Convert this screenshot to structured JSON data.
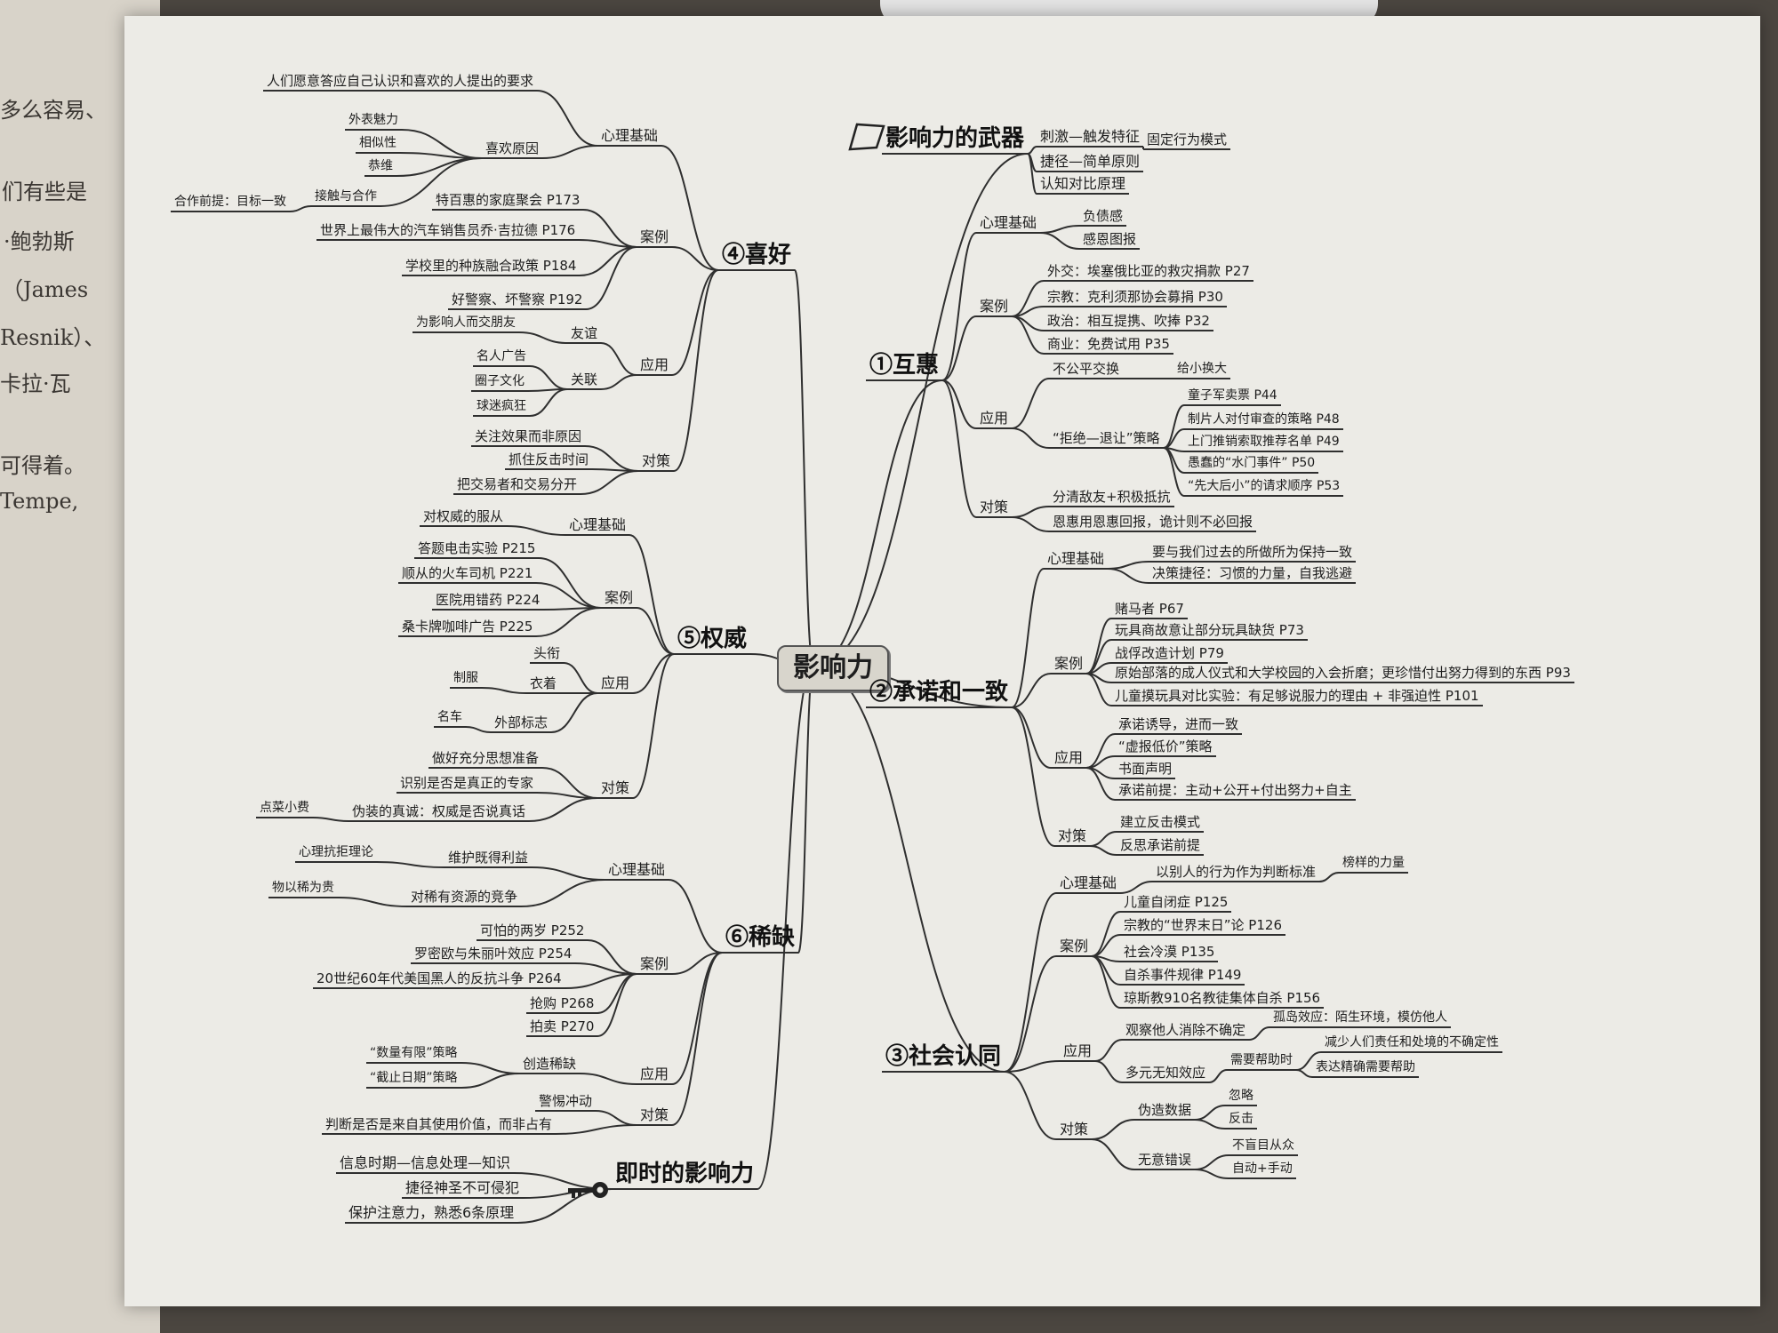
{
  "left_page": {
    "lines": [
      "多么容易、",
      "们有些是",
      "·鲍勃斯",
      "（James",
      "Resnik）、",
      "卡拉·瓦",
      "可得着。",
      "Tempe,"
    ]
  },
  "mindmap": {
    "root": "影响力",
    "nodes": [
      {
        "id": "weapon",
        "depth": 1,
        "label": "影响力的武器"
      },
      {
        "id": "w1",
        "parent": "weapon",
        "depth": 2,
        "label": "刺激—触发特征"
      },
      {
        "id": "w1a",
        "parent": "w1",
        "depth": 3,
        "label": "固定行为模式"
      },
      {
        "id": "w2",
        "parent": "weapon",
        "depth": 2,
        "label": "捷径—简单原则"
      },
      {
        "id": "w3",
        "parent": "weapon",
        "depth": 2,
        "label": "认知对比原理"
      },
      {
        "id": "hx",
        "depth": 1,
        "label": "①互惠"
      },
      {
        "id": "hx_xl",
        "parent": "hx",
        "depth": 2,
        "label": "心理基础"
      },
      {
        "id": "hx_xl1",
        "parent": "hx_xl",
        "depth": 3,
        "label": "负债感"
      },
      {
        "id": "hx_xl2",
        "parent": "hx_xl",
        "depth": 3,
        "label": "感恩图报"
      },
      {
        "id": "hx_al",
        "parent": "hx",
        "depth": 2,
        "label": "案例"
      },
      {
        "id": "hx_al1",
        "parent": "hx_al",
        "depth": 3,
        "label": "外交：埃塞俄比亚的救灾捐款 P27"
      },
      {
        "id": "hx_al2",
        "parent": "hx_al",
        "depth": 3,
        "label": "宗教：克利须那协会募捐 P30"
      },
      {
        "id": "hx_al3",
        "parent": "hx_al",
        "depth": 3,
        "label": "政治：相互提携、吹捧 P32"
      },
      {
        "id": "hx_al4",
        "parent": "hx_al",
        "depth": 3,
        "label": "商业：免费试用 P35"
      },
      {
        "id": "hx_yy",
        "parent": "hx",
        "depth": 2,
        "label": "应用"
      },
      {
        "id": "hx_yy1",
        "parent": "hx_yy",
        "depth": 3,
        "label": "不公平交换"
      },
      {
        "id": "hx_yy1a",
        "parent": "hx_yy1",
        "depth": 4,
        "label": "给小换大"
      },
      {
        "id": "hx_yy2",
        "parent": "hx_yy",
        "depth": 3,
        "label": "“拒绝—退让”策略"
      },
      {
        "id": "hx_yy2a",
        "parent": "hx_yy2",
        "depth": 4,
        "label": "童子军卖票 P44"
      },
      {
        "id": "hx_yy2b",
        "parent": "hx_yy2",
        "depth": 4,
        "label": "制片人对付审查的策略 P48"
      },
      {
        "id": "hx_yy2c",
        "parent": "hx_yy2",
        "depth": 4,
        "label": "上门推销索取推荐名单 P49"
      },
      {
        "id": "hx_yy2d",
        "parent": "hx_yy2",
        "depth": 4,
        "label": "愚蠢的“水门事件” P50"
      },
      {
        "id": "hx_yy2e",
        "parent": "hx_yy2",
        "depth": 4,
        "label": "“先大后小”的请求顺序 P53"
      },
      {
        "id": "hx_dc",
        "parent": "hx",
        "depth": 2,
        "label": "对策"
      },
      {
        "id": "hx_dc1",
        "parent": "hx_dc",
        "depth": 3,
        "label": "分清敌友+积极抵抗"
      },
      {
        "id": "hx_dc2",
        "parent": "hx_dc",
        "depth": 3,
        "label": "恩惠用恩惠回报，诡计则不必回报"
      },
      {
        "id": "cn",
        "depth": 1,
        "label": "②承诺和一致"
      },
      {
        "id": "cn_xl",
        "parent": "cn",
        "depth": 2,
        "label": "心理基础"
      },
      {
        "id": "cn_xl1",
        "parent": "cn_xl",
        "depth": 3,
        "label": "要与我们过去的所做所为保持一致"
      },
      {
        "id": "cn_xl2",
        "parent": "cn_xl",
        "depth": 3,
        "label": "决策捷径：习惯的力量，自我逃避"
      },
      {
        "id": "cn_al",
        "parent": "cn",
        "depth": 2,
        "label": "案例"
      },
      {
        "id": "cn_al1",
        "parent": "cn_al",
        "depth": 3,
        "label": "赌马者 P67"
      },
      {
        "id": "cn_al2",
        "parent": "cn_al",
        "depth": 3,
        "label": "玩具商故意让部分玩具缺货 P73"
      },
      {
        "id": "cn_al3",
        "parent": "cn_al",
        "depth": 3,
        "label": "战俘改造计划 P79"
      },
      {
        "id": "cn_al4",
        "parent": "cn_al",
        "depth": 3,
        "label": "原始部落的成人仪式和大学校园的入会折磨；更珍惜付出努力得到的东西 P93"
      },
      {
        "id": "cn_al5",
        "parent": "cn_al",
        "depth": 3,
        "label": "儿童摸玩具对比实验：有足够说服力的理由 + 非强迫性 P101"
      },
      {
        "id": "cn_yy",
        "parent": "cn",
        "depth": 2,
        "label": "应用"
      },
      {
        "id": "cn_yy1",
        "parent": "cn_yy",
        "depth": 3,
        "label": "承诺诱导，进而一致"
      },
      {
        "id": "cn_yy2",
        "parent": "cn_yy",
        "depth": 3,
        "label": "“虚报低价”策略"
      },
      {
        "id": "cn_yy3",
        "parent": "cn_yy",
        "depth": 3,
        "label": "书面声明"
      },
      {
        "id": "cn_yy4",
        "parent": "cn_yy",
        "depth": 3,
        "label": "承诺前提：主动+公开+付出努力+自主"
      },
      {
        "id": "cn_dc",
        "parent": "cn",
        "depth": 2,
        "label": "对策"
      },
      {
        "id": "cn_dc1",
        "parent": "cn_dc",
        "depth": 3,
        "label": "建立反击模式"
      },
      {
        "id": "cn_dc2",
        "parent": "cn_dc",
        "depth": 3,
        "label": "反思承诺前提"
      },
      {
        "id": "sh",
        "depth": 1,
        "label": "③社会认同"
      },
      {
        "id": "sh_xl",
        "parent": "sh",
        "depth": 2,
        "label": "心理基础"
      },
      {
        "id": "sh_xl1",
        "parent": "sh_xl",
        "depth": 3,
        "label": "以别人的行为作为判断标准"
      },
      {
        "id": "sh_xl1a",
        "parent": "sh_xl1",
        "depth": 4,
        "label": "榜样的力量"
      },
      {
        "id": "sh_al",
        "parent": "sh",
        "depth": 2,
        "label": "案例"
      },
      {
        "id": "sh_al1",
        "parent": "sh_al",
        "depth": 3,
        "label": "儿童自闭症 P125"
      },
      {
        "id": "sh_al2",
        "parent": "sh_al",
        "depth": 3,
        "label": "宗教的“世界末日”论 P126"
      },
      {
        "id": "sh_al3",
        "parent": "sh_al",
        "depth": 3,
        "label": "社会冷漠 P135"
      },
      {
        "id": "sh_al4",
        "parent": "sh_al",
        "depth": 3,
        "label": "自杀事件规律 P149"
      },
      {
        "id": "sh_al5",
        "parent": "sh_al",
        "depth": 3,
        "label": "琼斯教910名教徒集体自杀 P156"
      },
      {
        "id": "sh_yy",
        "parent": "sh",
        "depth": 2,
        "label": "应用"
      },
      {
        "id": "sh_yy1",
        "parent": "sh_yy",
        "depth": 3,
        "label": "观察他人消除不确定"
      },
      {
        "id": "sh_yy1a",
        "parent": "sh_yy1",
        "depth": 4,
        "label": "孤岛效应：陌生环境，模仿他人"
      },
      {
        "id": "sh_yy2",
        "parent": "sh_yy",
        "depth": 3,
        "label": "多元无知效应"
      },
      {
        "id": "sh_yy2a",
        "parent": "sh_yy2",
        "depth": 4,
        "label": "需要帮助时"
      },
      {
        "id": "sh_yy2a1",
        "parent": "sh_yy2a",
        "depth": 4,
        "label": "减少人们责任和处境的不确定性"
      },
      {
        "id": "sh_yy2a2",
        "parent": "sh_yy2a",
        "depth": 4,
        "label": "表达精确需要帮助"
      },
      {
        "id": "sh_dc",
        "parent": "sh",
        "depth": 2,
        "label": "对策"
      },
      {
        "id": "sh_dc1",
        "parent": "sh_dc",
        "depth": 3,
        "label": "伪造数据"
      },
      {
        "id": "sh_dc1a",
        "parent": "sh_dc1",
        "depth": 4,
        "label": "忽略"
      },
      {
        "id": "sh_dc1b",
        "parent": "sh_dc1",
        "depth": 4,
        "label": "反击"
      },
      {
        "id": "sh_dc2",
        "parent": "sh_dc",
        "depth": 3,
        "label": "无意错误"
      },
      {
        "id": "sh_dc2a",
        "parent": "sh_dc2",
        "depth": 4,
        "label": "不盲目从众"
      },
      {
        "id": "sh_dc2b",
        "parent": "sh_dc2",
        "depth": 4,
        "label": "自动+手动"
      },
      {
        "id": "xh",
        "depth": 1,
        "label": "④喜好"
      },
      {
        "id": "xh_xl",
        "parent": "xh",
        "depth": 2,
        "label": "心理基础"
      },
      {
        "id": "xh_xl1",
        "parent": "xh_xl",
        "depth": 3,
        "label": "人们愿意答应自己认识和喜欢的人提出的要求"
      },
      {
        "id": "xh_xl2",
        "parent": "xh_xl",
        "depth": 3,
        "label": "喜欢原因"
      },
      {
        "id": "xh_xl2a",
        "parent": "xh_xl2",
        "depth": 4,
        "label": "外表魅力"
      },
      {
        "id": "xh_xl2b",
        "parent": "xh_xl2",
        "depth": 4,
        "label": "相似性"
      },
      {
        "id": "xh_xl2c",
        "parent": "xh_xl2",
        "depth": 4,
        "label": "恭维"
      },
      {
        "id": "xh_xl2d",
        "parent": "xh_xl2",
        "depth": 4,
        "label": "接触与合作"
      },
      {
        "id": "xh_xl2d1",
        "parent": "xh_xl2d",
        "depth": 4,
        "label": "合作前提：目标一致"
      },
      {
        "id": "xh_al",
        "parent": "xh",
        "depth": 2,
        "label": "案例"
      },
      {
        "id": "xh_al1",
        "parent": "xh_al",
        "depth": 3,
        "label": "特百惠的家庭聚会 P173"
      },
      {
        "id": "xh_al2",
        "parent": "xh_al",
        "depth": 3,
        "label": "世界上最伟大的汽车销售员乔·吉拉德 P176"
      },
      {
        "id": "xh_al3",
        "parent": "xh_al",
        "depth": 3,
        "label": "学校里的种族融合政策 P184"
      },
      {
        "id": "xh_al4",
        "parent": "xh_al",
        "depth": 3,
        "label": "好警察、坏警察 P192"
      },
      {
        "id": "xh_yy",
        "parent": "xh",
        "depth": 2,
        "label": "应用"
      },
      {
        "id": "xh_yy1",
        "parent": "xh_yy",
        "depth": 3,
        "label": "友谊"
      },
      {
        "id": "xh_yy1a",
        "parent": "xh_yy1",
        "depth": 4,
        "label": "为影响人而交朋友"
      },
      {
        "id": "xh_yy2",
        "parent": "xh_yy",
        "depth": 3,
        "label": "关联"
      },
      {
        "id": "xh_yy2a",
        "parent": "xh_yy2",
        "depth": 4,
        "label": "名人广告"
      },
      {
        "id": "xh_yy2b",
        "parent": "xh_yy2",
        "depth": 4,
        "label": "圈子文化"
      },
      {
        "id": "xh_yy2c",
        "parent": "xh_yy2",
        "depth": 4,
        "label": "球迷疯狂"
      },
      {
        "id": "xh_dc",
        "parent": "xh",
        "depth": 2,
        "label": "对策"
      },
      {
        "id": "xh_dc1",
        "parent": "xh_dc",
        "depth": 3,
        "label": "关注效果而非原因"
      },
      {
        "id": "xh_dc2",
        "parent": "xh_dc",
        "depth": 3,
        "label": "抓住反击时间"
      },
      {
        "id": "xh_dc3",
        "parent": "xh_dc",
        "depth": 3,
        "label": "把交易者和交易分开"
      },
      {
        "id": "qw",
        "depth": 1,
        "label": "⑤权威"
      },
      {
        "id": "qw_xl",
        "parent": "qw",
        "depth": 2,
        "label": "心理基础"
      },
      {
        "id": "qw_xl1",
        "parent": "qw_xl",
        "depth": 3,
        "label": "对权威的服从"
      },
      {
        "id": "qw_al",
        "parent": "qw",
        "depth": 2,
        "label": "案例"
      },
      {
        "id": "qw_al1",
        "parent": "qw_al",
        "depth": 3,
        "label": "答题电击实验 P215"
      },
      {
        "id": "qw_al2",
        "parent": "qw_al",
        "depth": 3,
        "label": "顺从的火车司机 P221"
      },
      {
        "id": "qw_al3",
        "parent": "qw_al",
        "depth": 3,
        "label": "医院用错药 P224"
      },
      {
        "id": "qw_al4",
        "parent": "qw_al",
        "depth": 3,
        "label": "桑卡牌咖啡广告 P225"
      },
      {
        "id": "qw_yy",
        "parent": "qw",
        "depth": 2,
        "label": "应用"
      },
      {
        "id": "qw_yy1",
        "parent": "qw_yy",
        "depth": 3,
        "label": "头衔"
      },
      {
        "id": "qw_yy2",
        "parent": "qw_yy",
        "depth": 3,
        "label": "衣着"
      },
      {
        "id": "qw_yy2a",
        "parent": "qw_yy2",
        "depth": 4,
        "label": "制服"
      },
      {
        "id": "qw_yy3",
        "parent": "qw_yy",
        "depth": 3,
        "label": "外部标志"
      },
      {
        "id": "qw_yy3a",
        "parent": "qw_yy3",
        "depth": 4,
        "label": "名车"
      },
      {
        "id": "qw_dc",
        "parent": "qw",
        "depth": 2,
        "label": "对策"
      },
      {
        "id": "qw_dc1",
        "parent": "qw_dc",
        "depth": 3,
        "label": "做好充分思想准备"
      },
      {
        "id": "qw_dc2",
        "parent": "qw_dc",
        "depth": 3,
        "label": "识别是否是真正的专家"
      },
      {
        "id": "qw_dc3",
        "parent": "qw_dc",
        "depth": 3,
        "label": "伪装的真诚：权威是否说真话"
      },
      {
        "id": "qw_dc3a",
        "parent": "qw_dc3",
        "depth": 4,
        "label": "点菜小费"
      },
      {
        "id": "xq",
        "depth": 1,
        "label": "⑥稀缺"
      },
      {
        "id": "xq_xl",
        "parent": "xq",
        "depth": 2,
        "label": "心理基础"
      },
      {
        "id": "xq_xl1",
        "parent": "xq_xl",
        "depth": 3,
        "label": "维护既得利益"
      },
      {
        "id": "xq_xl1a",
        "parent": "xq_xl1",
        "depth": 4,
        "label": "心理抗拒理论"
      },
      {
        "id": "xq_xl2",
        "parent": "xq_xl",
        "depth": 3,
        "label": "对稀有资源的竞争"
      },
      {
        "id": "xq_xl2a",
        "parent": "xq_xl2",
        "depth": 4,
        "label": "物以稀为贵"
      },
      {
        "id": "xq_al",
        "parent": "xq",
        "depth": 2,
        "label": "案例"
      },
      {
        "id": "xq_al1",
        "parent": "xq_al",
        "depth": 3,
        "label": "可怕的两岁 P252"
      },
      {
        "id": "xq_al2",
        "parent": "xq_al",
        "depth": 3,
        "label": "罗密欧与朱丽叶效应 P254"
      },
      {
        "id": "xq_al3",
        "parent": "xq_al",
        "depth": 3,
        "label": "20世纪60年代美国黑人的反抗斗争 P264"
      },
      {
        "id": "xq_al4",
        "parent": "xq_al",
        "depth": 3,
        "label": "抢购 P268"
      },
      {
        "id": "xq_al5",
        "parent": "xq_al",
        "depth": 3,
        "label": "拍卖 P270"
      },
      {
        "id": "xq_yy",
        "parent": "xq",
        "depth": 2,
        "label": "应用"
      },
      {
        "id": "xq_yy1",
        "parent": "xq_yy",
        "depth": 3,
        "label": "创造稀缺"
      },
      {
        "id": "xq_yy1a",
        "parent": "xq_yy1",
        "depth": 4,
        "label": "“数量有限”策略"
      },
      {
        "id": "xq_yy1b",
        "parent": "xq_yy1",
        "depth": 4,
        "label": "“截止日期”策略"
      },
      {
        "id": "xq_dc",
        "parent": "xq",
        "depth": 2,
        "label": "对策"
      },
      {
        "id": "xq_dc1",
        "parent": "xq_dc",
        "depth": 3,
        "label": "警惕冲动"
      },
      {
        "id": "xq_dc2",
        "parent": "xq_dc",
        "depth": 3,
        "label": "判断是否是来自其使用价值，而非占有"
      },
      {
        "id": "js",
        "depth": 1,
        "label": "即时的影响力"
      },
      {
        "id": "js1",
        "parent": "js",
        "depth": 2,
        "label": "信息时期—信息处理—知识"
      },
      {
        "id": "js2",
        "parent": "js",
        "depth": 2,
        "label": "捷径神圣不可侵犯"
      },
      {
        "id": "js3",
        "parent": "js",
        "depth": 2,
        "label": "保护注意力，熟悉6条原理"
      }
    ]
  }
}
